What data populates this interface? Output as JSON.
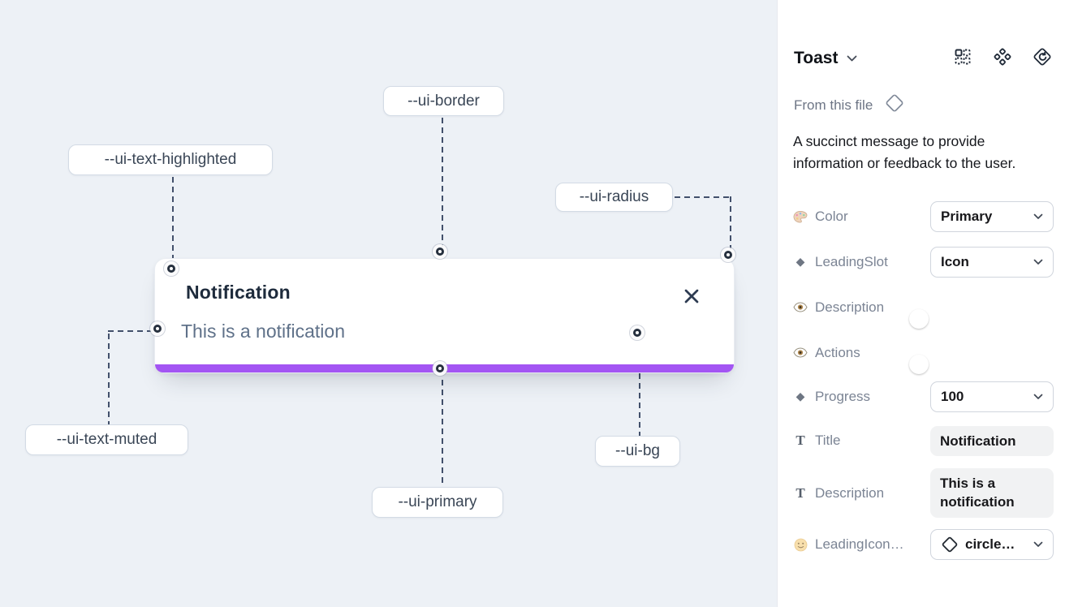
{
  "colors": {
    "canvas_bg": "#edf1f6",
    "progress_purple": "#a355f3",
    "toggle_blue": "#38a8f8"
  },
  "canvas": {
    "toast": {
      "title": "Notification",
      "description": "This is a notification"
    },
    "labels": [
      {
        "text": "--ui-border"
      },
      {
        "text": "--ui-text-highlighted"
      },
      {
        "text": "--ui-radius"
      },
      {
        "text": "--ui-text-muted"
      },
      {
        "text": "--ui-primary"
      },
      {
        "text": "--ui-bg"
      }
    ]
  },
  "panel": {
    "title": "Toast",
    "header_icons": [
      "component-grid-icon",
      "variants-icon",
      "component-return-icon"
    ],
    "source_label": "From this file",
    "description": "A succinct message to provide information or feedback to the user.",
    "rows": [
      {
        "icon": "palette-icon",
        "label": "Color",
        "control": "select",
        "value": "Primary"
      },
      {
        "icon": "diamond-icon",
        "label": "LeadingSlot",
        "control": "select",
        "value": "Icon"
      },
      {
        "icon": "eye-icon",
        "label": "Description",
        "control": "toggle",
        "value": "on"
      },
      {
        "icon": "eye-icon",
        "label": "Actions",
        "control": "toggle",
        "value": "on"
      },
      {
        "icon": "diamond-icon",
        "label": "Progress",
        "control": "select",
        "value": "100"
      },
      {
        "icon": "text-icon",
        "label": "Title",
        "control": "text-field",
        "value": "Notification"
      },
      {
        "icon": "text-icon",
        "label": "Description",
        "control": "text-field",
        "value": "This is a notification"
      },
      {
        "icon": "smiley-icon",
        "label": "LeadingIcon…",
        "control": "select-icon",
        "value": "circle…"
      }
    ]
  }
}
